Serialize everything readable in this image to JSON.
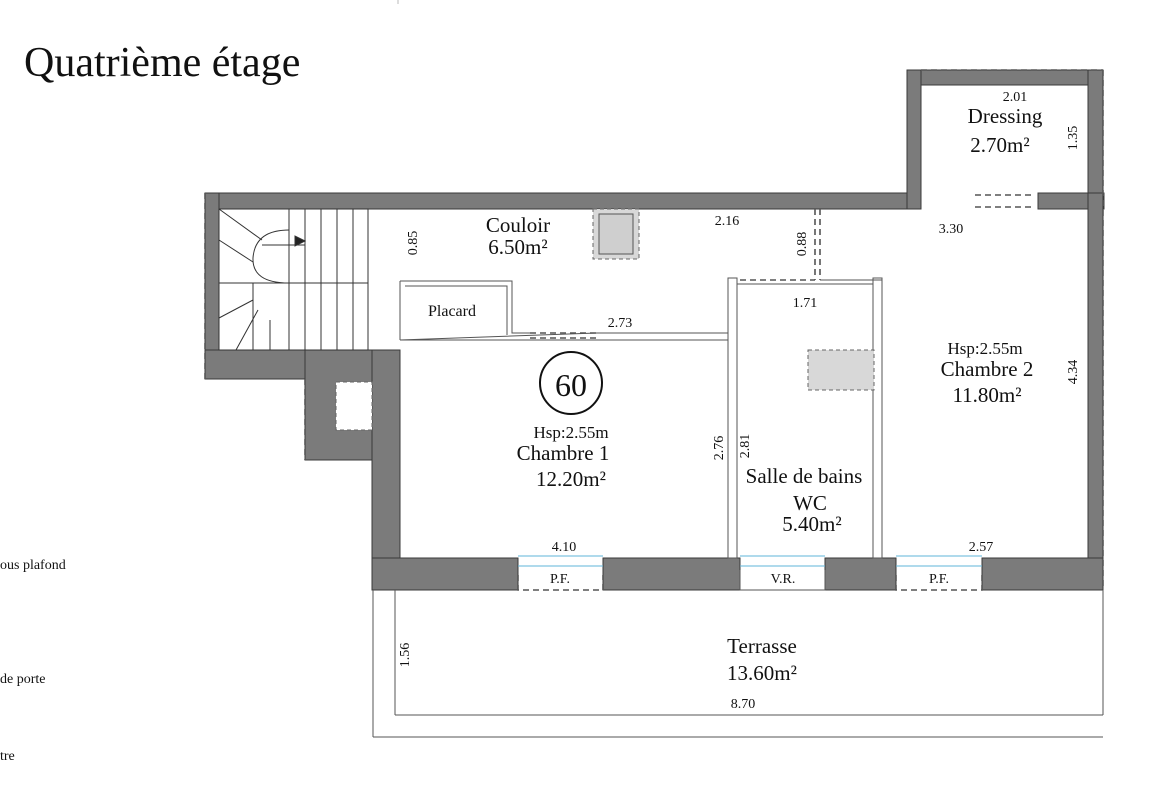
{
  "page_title": "Quatrième étage",
  "lot_number": "60",
  "rooms": {
    "dressing": {
      "name": "Dressing",
      "area": "2.70m²",
      "width": "2.01",
      "depth": "1.35"
    },
    "couloir": {
      "name": "Couloir",
      "area": "6.50m²"
    },
    "placard": {
      "name": "Placard"
    },
    "chambre1": {
      "name": "Chambre 1",
      "height": "Hsp:2.55m",
      "area": "12.20m²"
    },
    "salle_de_bains": {
      "name": "Salle de bains",
      "name2": "WC",
      "area": "5.40m²"
    },
    "chambre2": {
      "name": "Chambre 2",
      "height": "Hsp:2.55m",
      "area": "11.80m²"
    },
    "terrasse": {
      "name": "Terrasse",
      "area": "13.60m²"
    }
  },
  "dimensions": {
    "couloir_h": "0.85",
    "couloir_w": "2.16",
    "passage_h": "0.88",
    "chambre2_top": "3.30",
    "chambre1_top": "2.73",
    "sdb_top": "1.71",
    "chambre1_h": "2.76",
    "sdb_h": "2.81",
    "chambre2_h": "4.34",
    "chambre1_w": "4.10",
    "chambre2_w": "2.57",
    "terrasse_h": "1.56",
    "terrasse_w": "8.70"
  },
  "openings": {
    "pf1": "P.F.",
    "vr": "V.R.",
    "pf2": "P.F."
  },
  "legend": {
    "item1": "ous plafond",
    "item2": "de porte",
    "item3": "tre"
  }
}
